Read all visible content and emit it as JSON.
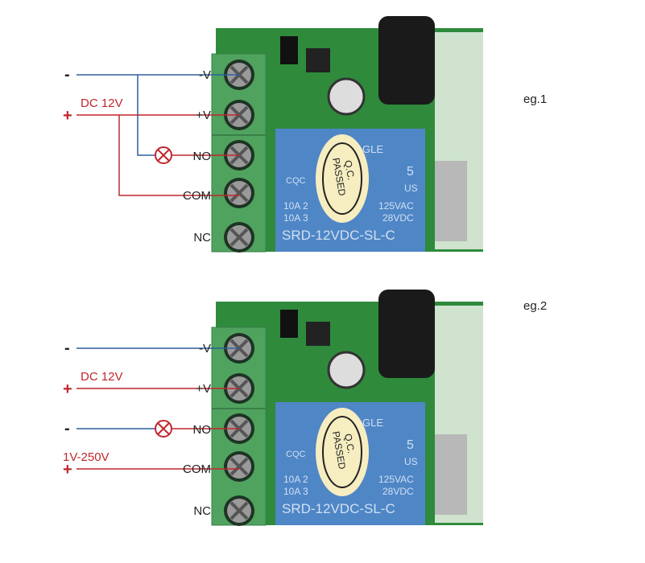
{
  "diagrams": [
    {
      "caption": "eg.1",
      "minus": "-",
      "plus": "+",
      "supply_label": "DC 12V",
      "terminals": [
        "-V",
        "+V",
        "NO",
        "COM",
        "NC"
      ]
    },
    {
      "caption": "eg.2",
      "minus": "-",
      "plus": "+",
      "supply_label": "DC 12V",
      "minus2": "-",
      "plus2": "+",
      "load_supply_label": "1V-250V",
      "terminals": [
        "-V",
        "+V",
        "NO",
        "COM",
        "NC"
      ]
    }
  ],
  "relay": {
    "brand": "GLE",
    "cert": "CQC",
    "ul_number": "5",
    "ul_us": "US",
    "rating1_left": "10A 2",
    "rating1_right": "125VAC",
    "rating2_left": "10A 3",
    "rating2_right": "28VDC",
    "model": "SRD-12VDC-SL-C",
    "sticker_line1": "Q.C.",
    "sticker_line2": "PASSED"
  },
  "colors": {
    "negative_wire": "#2f5f9e",
    "positive_wire": "#c0272d",
    "pcb": "#2f8a3c",
    "terminal_block": "#4fa35e",
    "relay": "#4f86c6"
  },
  "icons": [
    "lamp-icon"
  ]
}
